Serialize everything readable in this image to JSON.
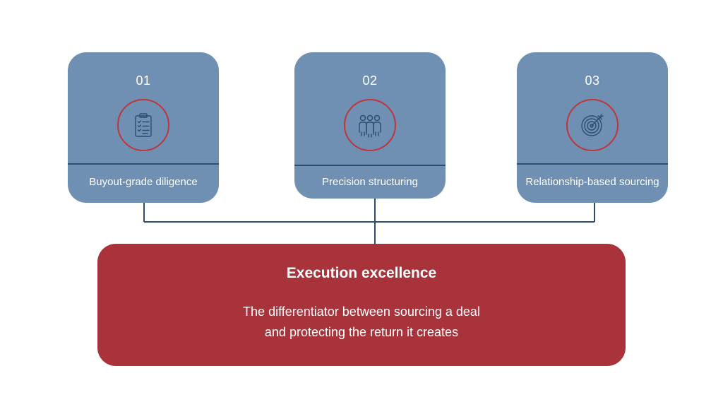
{
  "cards": [
    {
      "number": "01",
      "label": "Buyout-grade diligence",
      "icon": "clipboard-checklist-icon"
    },
    {
      "number": "02",
      "label": "Precision structuring",
      "icon": "team-people-icon"
    },
    {
      "number": "03",
      "label": "Relationship-based sourcing",
      "icon": "target-arrow-icon"
    }
  ],
  "main": {
    "title": "Execution excellence",
    "description_lines": [
      "The differentiator between sourcing a deal",
      "and protecting the return it creates"
    ]
  },
  "colors": {
    "card_fill": "#6f8fb3",
    "card_divider": "#2f4b6e",
    "icon_ring": "#c0353a",
    "main_fill": "#a8333a",
    "connector": "#2f4b6e"
  }
}
